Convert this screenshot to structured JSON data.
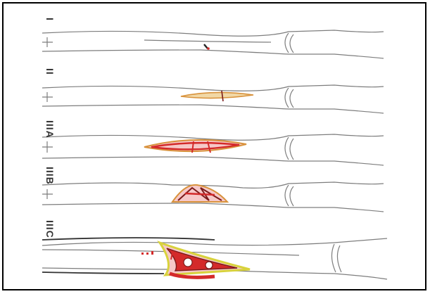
{
  "diagram": {
    "stages": [
      {
        "id": "I",
        "label": "I"
      },
      {
        "id": "II",
        "label": "II"
      },
      {
        "id": "IIIA",
        "label": "IIIA"
      },
      {
        "id": "IIIB",
        "label": "IIIB"
      },
      {
        "id": "IIIC",
        "label": "IIIC"
      }
    ],
    "annotation": "→",
    "colors": {
      "bone_outline": "#7d7d7d",
      "injury_red": "#d42a2a",
      "injury_orange": "#d8923c",
      "injury_yellow": "#d8d23c",
      "skin_line": "#333333"
    }
  }
}
